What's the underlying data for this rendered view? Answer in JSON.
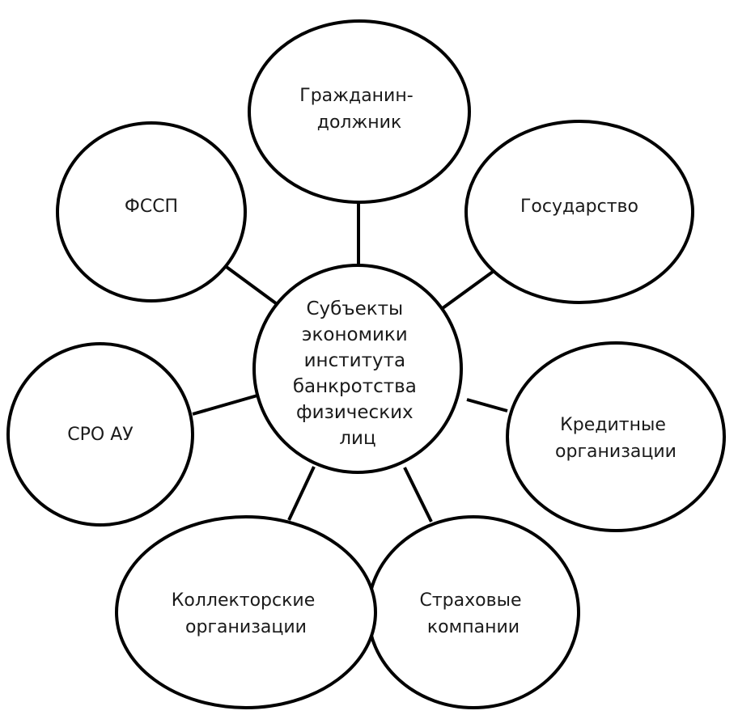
{
  "center": {
    "lines": [
      "Субъекты",
      "экономики",
      "института",
      "банкротства",
      "физических",
      "лиц"
    ]
  },
  "nodes": [
    {
      "id": "citizen-debtor",
      "lines": [
        "Гражданин-",
        "должник"
      ]
    },
    {
      "id": "state",
      "lines": [
        "Государство"
      ]
    },
    {
      "id": "credit-organizations",
      "lines": [
        "Кредитные",
        "организации"
      ]
    },
    {
      "id": "insurance-companies",
      "lines": [
        "Страховые",
        "компании"
      ]
    },
    {
      "id": "collection-organizations",
      "lines": [
        "Коллекторские",
        "организации"
      ]
    },
    {
      "id": "sro-au",
      "lines": [
        "СРО АУ"
      ]
    },
    {
      "id": "fssp",
      "lines": [
        "ФССП"
      ]
    }
  ]
}
